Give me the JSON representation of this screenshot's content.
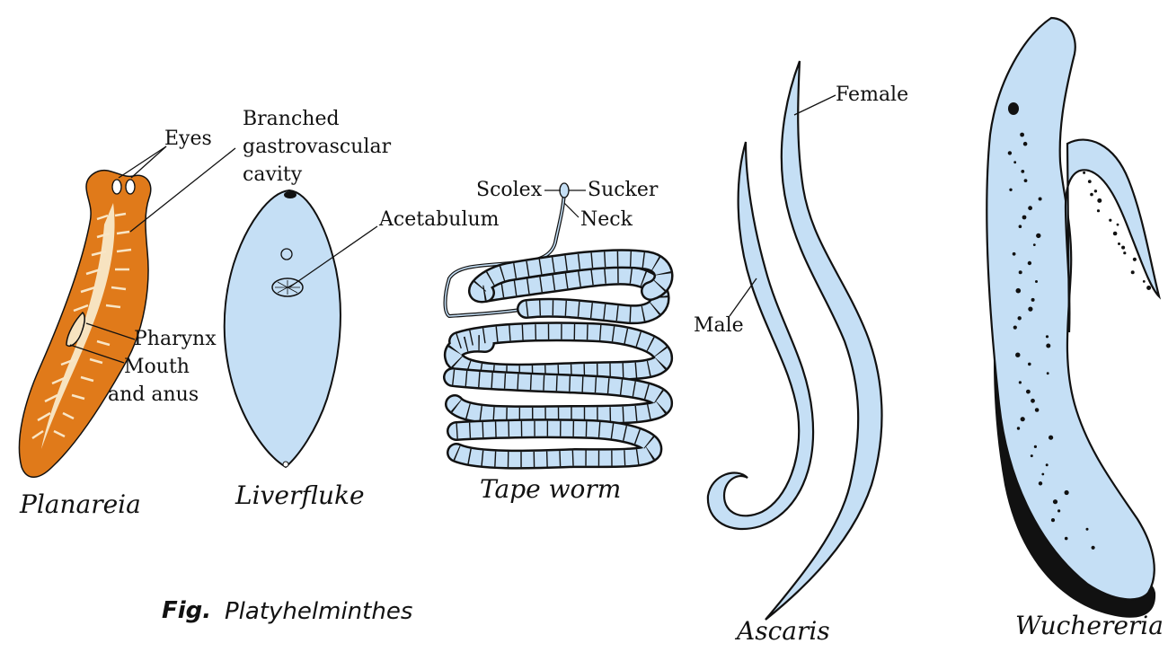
{
  "colors": {
    "planaria_fill": "#e07a1a",
    "planaria_pale": "#f7e3c0",
    "body_fill": "#c5dff5",
    "outline": "#111111"
  },
  "labels": {
    "eyes": "Eyes",
    "gastro_1": "Branched",
    "gastro_2": "gastrovascular",
    "gastro_3": "cavity",
    "pharynx": "Pharynx",
    "mouth_1": "Mouth",
    "mouth_2": "and anus",
    "acetabulum": "Acetabulum",
    "scolex": "Scolex",
    "sucker": "Sucker",
    "neck": "Neck",
    "female": "Female",
    "male": "Male"
  },
  "names": {
    "planaria": "Planareia",
    "liverfluke": "Liverfluke",
    "tapeworm": "Tape worm",
    "ascaris": "Ascaris",
    "wuchereria": "Wuchereria"
  },
  "caption": {
    "fig": "Fig.",
    "text": "Platyhelminthes"
  }
}
